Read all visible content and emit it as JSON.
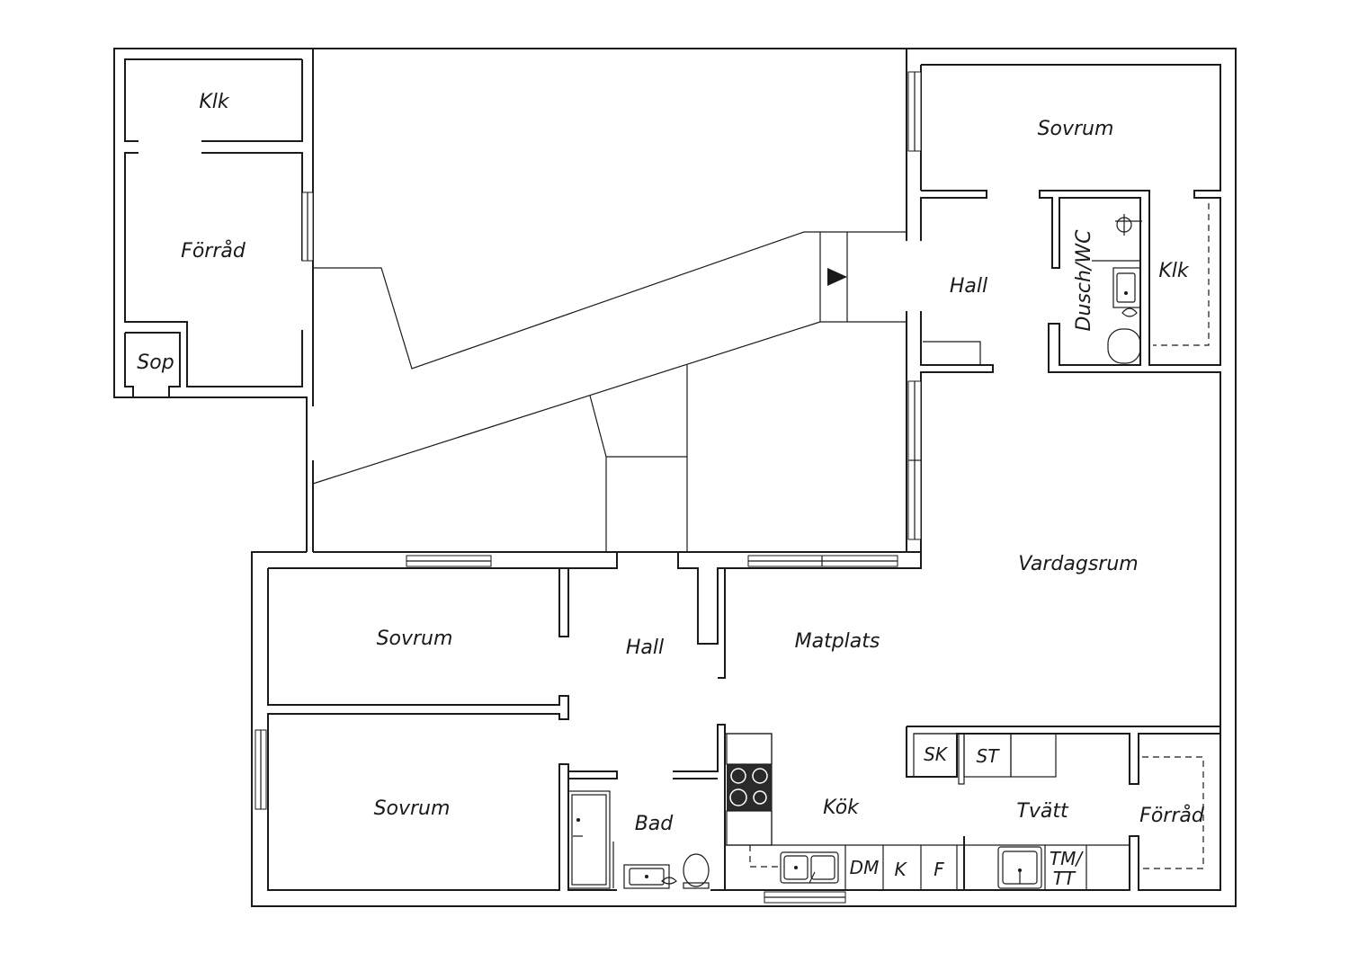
{
  "rooms": {
    "klk_top_left": "Klk",
    "forrad_left": "Förråd",
    "sop": "Sop",
    "sovrum_top_right": "Sovrum",
    "hall_right": "Hall",
    "dusch_wc": "Dusch/WC",
    "klk_right": "Klk",
    "vardagsrum": "Vardagsrum",
    "sovrum_middle": "Sovrum",
    "hall_center": "Hall",
    "matplats": "Matplats",
    "sovrum_bottom": "Sovrum",
    "bad": "Bad",
    "kok": "Kök",
    "tvatt": "Tvätt",
    "forrad_right": "Förråd"
  },
  "fixtures": {
    "sk": "SK",
    "st": "ST",
    "dm": "DM",
    "k": "K",
    "f": "F",
    "tm": "TM/",
    "tt": "TT"
  },
  "icons": {
    "entrance_arrow": "triangle-arrow-right-icon",
    "stove": "stove-icon",
    "sink": "sink-icon",
    "toilet": "toilet-icon",
    "shower": "shower-icon",
    "bathtub": "bathtub-icon",
    "door": "door-icon"
  }
}
